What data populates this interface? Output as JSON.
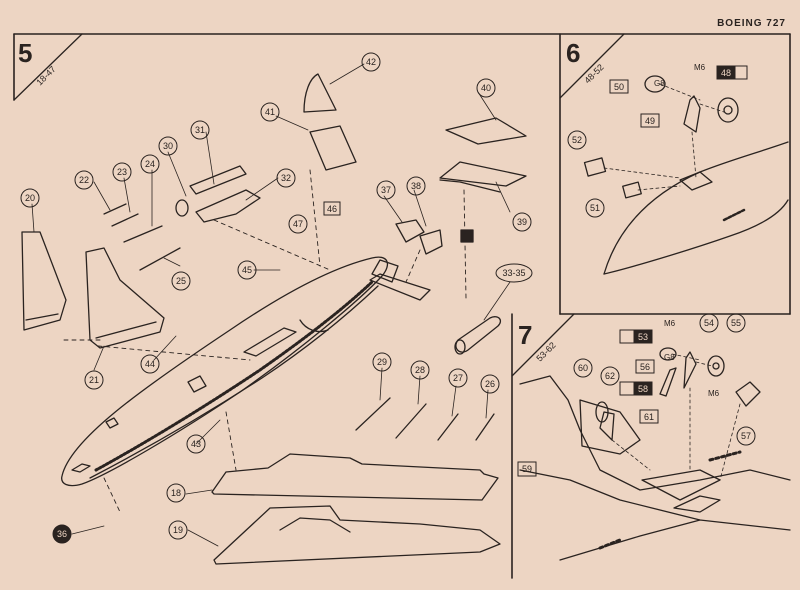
{
  "header": {
    "title": "BOEING 727"
  },
  "steps": [
    {
      "number": "5",
      "range": "18-47"
    },
    {
      "number": "6",
      "range": "48-52"
    },
    {
      "number": "7",
      "range": "53-62"
    }
  ],
  "callouts": {
    "c18": "18",
    "c19": "19",
    "c20": "20",
    "c21": "21",
    "c22": "22",
    "c23": "23",
    "c24": "24",
    "c25": "25",
    "c26": "26",
    "c27": "27",
    "c28": "28",
    "c29": "29",
    "c30": "30",
    "c31": "31",
    "c32": "32",
    "c33_35": "33-35",
    "c36": "36",
    "c37": "37",
    "c38": "38",
    "c39": "39",
    "c40": "40",
    "c41": "41",
    "c42": "42",
    "c43": "43",
    "c44": "44",
    "c45": "45",
    "c46": "46",
    "c47": "47",
    "c48": "48",
    "c49": "49",
    "c50": "50",
    "c51": "51",
    "c52": "52",
    "c53": "53",
    "c54": "54",
    "c55": "55",
    "c56": "56",
    "c57": "57",
    "c58": "58",
    "c59": "59",
    "c60": "60",
    "c61": "61",
    "c62": "62"
  },
  "part_codes": {
    "m6_a": "M6",
    "g8_a": "G8",
    "m6_b": "M6",
    "g8_b": "G8",
    "m6_c": "M6"
  },
  "colors": {
    "paper": "#edd5c3",
    "ink": "#2a2320",
    "filled_callout": "#2a2320",
    "filled_text": "#edd5c3"
  }
}
